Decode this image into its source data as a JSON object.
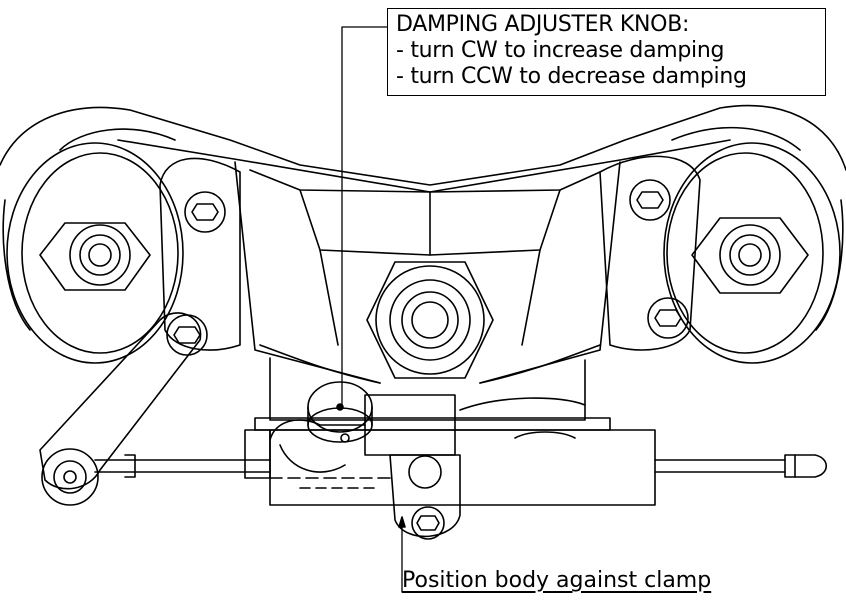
{
  "callout": {
    "title": "DAMPING ADJUSTER KNOB:",
    "line1": "- turn CW to increase damping",
    "line2": "- turn CCW to decrease damping"
  },
  "bottom_label": "Position body against clamp"
}
